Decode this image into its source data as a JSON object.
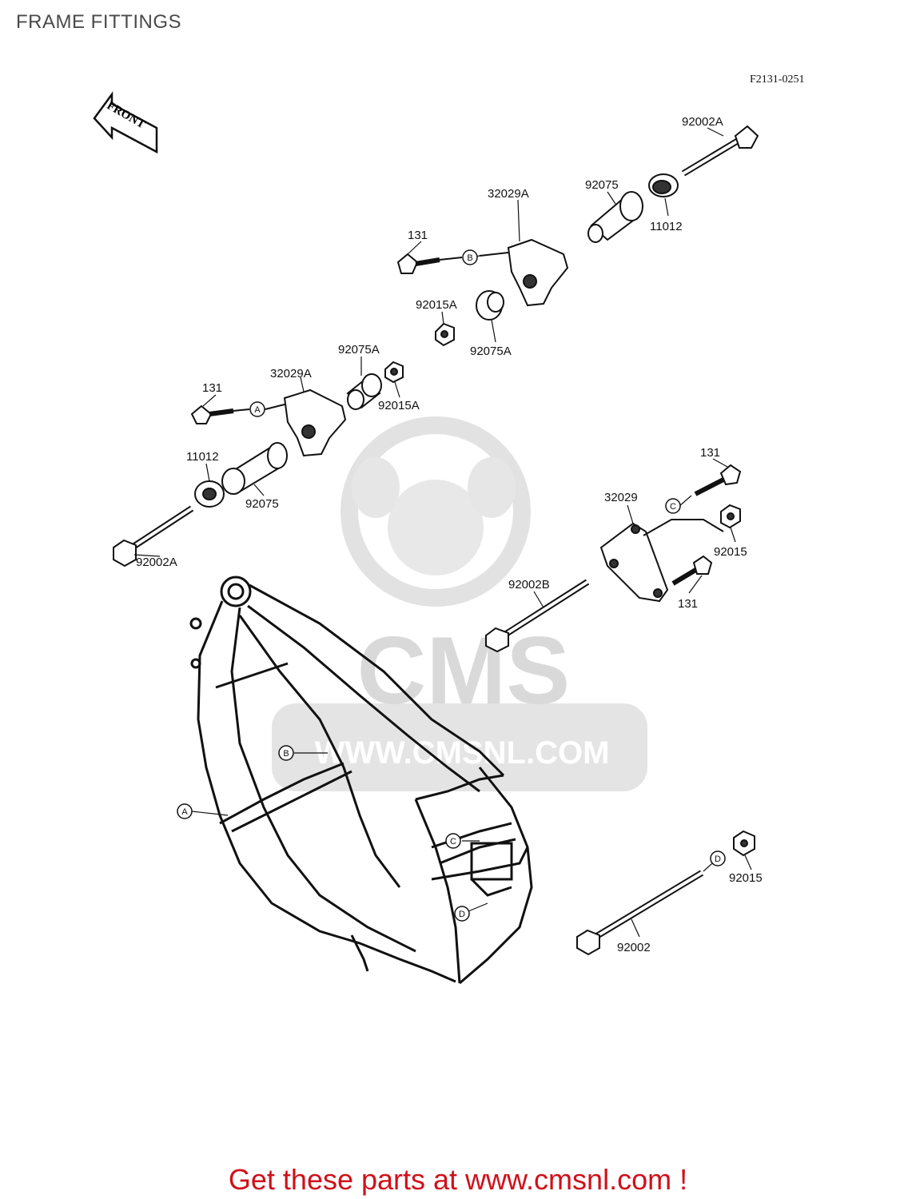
{
  "header": {
    "title": "FRAME FITTINGS"
  },
  "diagram": {
    "code": "F2131-0251",
    "front_arrow_label": "FRONT",
    "watermark": {
      "logo_text": "CMS",
      "url_text": "WWW.CMSNL.COM",
      "color": "#dddddd"
    },
    "reference_markers": [
      "A",
      "B",
      "C",
      "D"
    ],
    "part_labels": {
      "bolt_92002A_upper": "92002A",
      "collar_11012_upper": "11012",
      "rubber_92075_upper": "92075",
      "bracket_32029A_upper": "32029A",
      "bolt_131_upper": "131",
      "nut_92015A_upper": "92015A",
      "damper_92075A_upper": "92075A",
      "damper_92075A_middle": "92075A",
      "nut_92015A_middle": "92015A",
      "bracket_32029A_middle": "32029A",
      "bolt_131_middle": "131",
      "collar_11012_lower": "11012",
      "rubber_92075_lower": "92075",
      "bolt_92002A_lower": "92002A",
      "bolt_131_right_top": "131",
      "bracket_32029": "32029",
      "nut_92015_right": "92015",
      "bolt_92002B": "92002B",
      "bolt_131_right_bottom": "131",
      "nut_92015_bottom": "92015",
      "bolt_92002_bottom": "92002"
    }
  },
  "promo": {
    "text": "Get these parts at www.cmsnl.com !",
    "color": "#d0101a"
  }
}
